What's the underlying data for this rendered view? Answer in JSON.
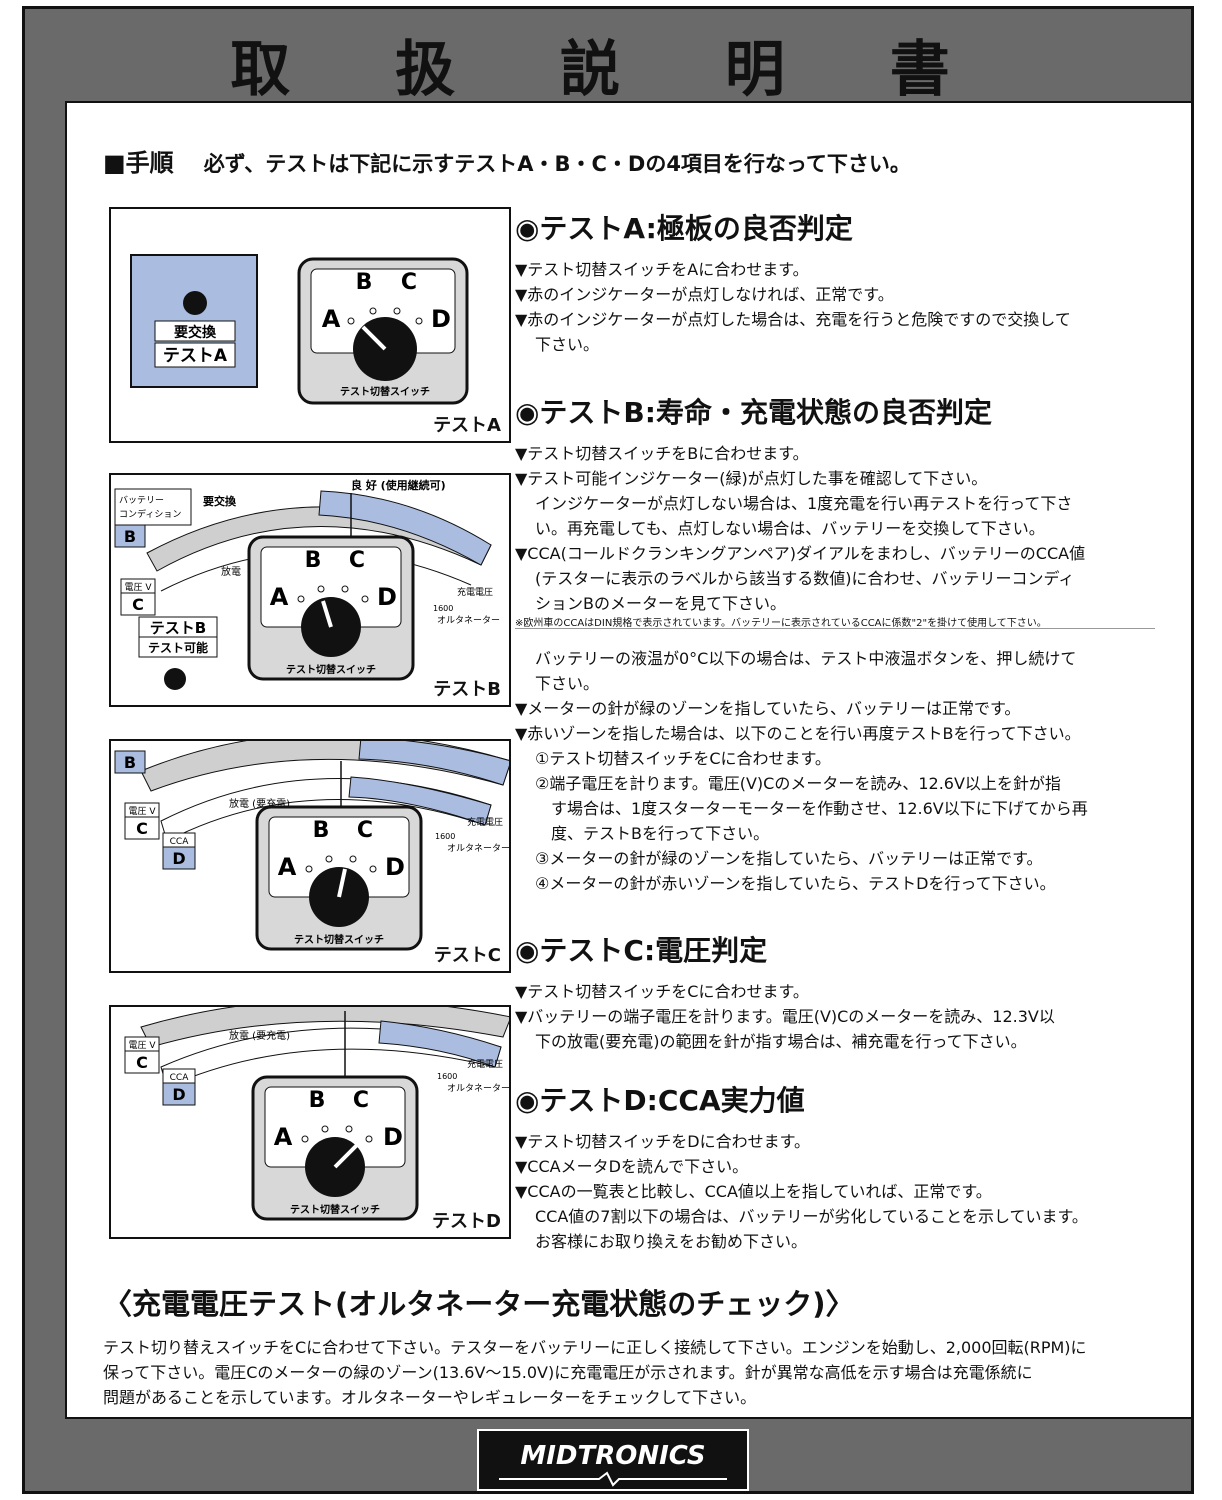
{
  "title": "取 扱 説 明 書",
  "procedure": {
    "label": "■手順",
    "text": "必ず、テストは下記に示すテストA・B・C・Dの4項目を行なって下さい。"
  },
  "dial": {
    "label": "テスト切替スイッチ",
    "a": "A",
    "b": "B",
    "c": "C",
    "d": "D"
  },
  "figA": {
    "caption": "テストA",
    "replace": "要交換",
    "test_a": "テストA"
  },
  "figB": {
    "caption": "テストB",
    "cond1": "バッテリー",
    "cond2": "コンディション",
    "b_letter": "B",
    "replace": "要交換",
    "good": "良 好 (使用継続可)",
    "discharge": "放電",
    "voltage_lbl": "電圧 V",
    "c_letter": "C",
    "test_b": "テストB",
    "test_ok": "テスト可能",
    "charge_v": "充電電圧",
    "alternator": "オルタネーター",
    "n1600": "1600"
  },
  "figC": {
    "caption": "テストC",
    "b_letter": "B",
    "voltage_lbl": "電圧 V",
    "c_letter": "C",
    "cca_lbl": "CCA",
    "d_letter": "D",
    "discharge": "放電 (要充電)",
    "charge_v": "充電電圧",
    "alternator": "オルタネーター",
    "n1600": "1600"
  },
  "figD": {
    "caption": "テストD",
    "voltage_lbl": "電圧 V",
    "c_letter": "C",
    "cca_lbl": "CCA",
    "d_letter": "D",
    "discharge": "放電 (要充電)",
    "charge_v": "充電電圧",
    "alternator": "オルタネーター",
    "n1600": "1600"
  },
  "testA": {
    "title": "◉テストA:極板の良否判定",
    "l1": "▼テスト切替スイッチをAに合わせます。",
    "l2": "▼赤のインジケーターが点灯しなければ、正常です。",
    "l3": "▼赤のインジケーターが点灯した場合は、充電を行うと危険ですので交換して",
    "l4": "下さい。"
  },
  "testB": {
    "title": "◉テストB:寿命・充電状態の良否判定",
    "l1": "▼テスト切替スイッチをBに合わせます。",
    "l2": "▼テスト可能インジケーター(緑)が点灯した事を確認して下さい。",
    "l3": "インジケーターが点灯しない場合は、1度充電を行い再テストを行って下さ",
    "l4": "い。再充電しても、点灯しない場合は、バッテリーを交換して下さい。",
    "l5": "▼CCA(コールドクランキングアンペア)ダイアルをまわし、バッテリーのCCA値",
    "l6": "(テスターに表示のラベルから該当する数値)に合わせ、バッテリーコンディ",
    "l7": "ションBのメーターを見て下さい。",
    "note": "※欧州車のCCAはDIN規格で表示されています。バッテリーに表示されているCCAに係数\"2\"を掛けて使用して下さい。",
    "l8": "バッテリーの液温が0°C以下の場合は、テスト中液温ボタンを、押し続けて",
    "l9": "下さい。",
    "l10": "▼メーターの針が緑のゾーンを指していたら、バッテリーは正常です。",
    "l11": "▼赤いゾーンを指した場合は、以下のことを行い再度テストBを行って下さい。",
    "l12": "①テスト切替スイッチをCに合わせます。",
    "l13": "②端子電圧を計ります。電圧(V)Cのメーターを読み、12.6V以上を針が指",
    "l14": "す場合は、1度スターターモーターを作動させ、12.6V以下に下げてから再",
    "l15": "度、テストBを行って下さい。",
    "l16": "③メーターの針が緑のゾーンを指していたら、バッテリーは正常です。",
    "l17": "④メーターの針が赤いゾーンを指していたら、テストDを行って下さい。"
  },
  "testC": {
    "title": "◉テストC:電圧判定",
    "l1": "▼テスト切替スイッチをCに合わせます。",
    "l2": "▼バッテリーの端子電圧を計ります。電圧(V)Cのメーターを読み、12.3V以",
    "l3": "下の放電(要充電)の範囲を針が指す場合は、補充電を行って下さい。"
  },
  "testD": {
    "title": "◉テストD:CCA実力値",
    "l1": "▼テスト切替スイッチをDに合わせます。",
    "l2": "▼CCAメータDを読んで下さい。",
    "l3": "▼CCAの一覧表と比較し、CCA値以上を指していれば、正常です。",
    "l4": "CCA値の7割以下の場合は、バッテリーが劣化していることを示しています。",
    "l5": "お客様にお取り換えをお勧め下さい。"
  },
  "charging": {
    "title": "〈充電電圧テスト(オルタネーター充電状態のチェック)〉",
    "l1": "テスト切り替えスイッチをCに合わせて下さい。テスターをバッテリーに正しく接続して下さい。エンジンを始動し、2,000回転(RPM)に",
    "l2": "保って下さい。電圧Cのメーターの緑のゾーン(13.6V〜15.0V)に充電電圧が示されます。針が異常な高低を示す場合は充電係統に",
    "l3": "問題があることを示しています。オルタネーターやレギュレーターをチェックして下さい。"
  },
  "logo": "MIDTRONICS",
  "colors": {
    "frame": "#6a6a6a",
    "blue_zone": "#aabde0",
    "gray_zone": "#cfcfcf",
    "dial_body": "#d8d8d8"
  }
}
